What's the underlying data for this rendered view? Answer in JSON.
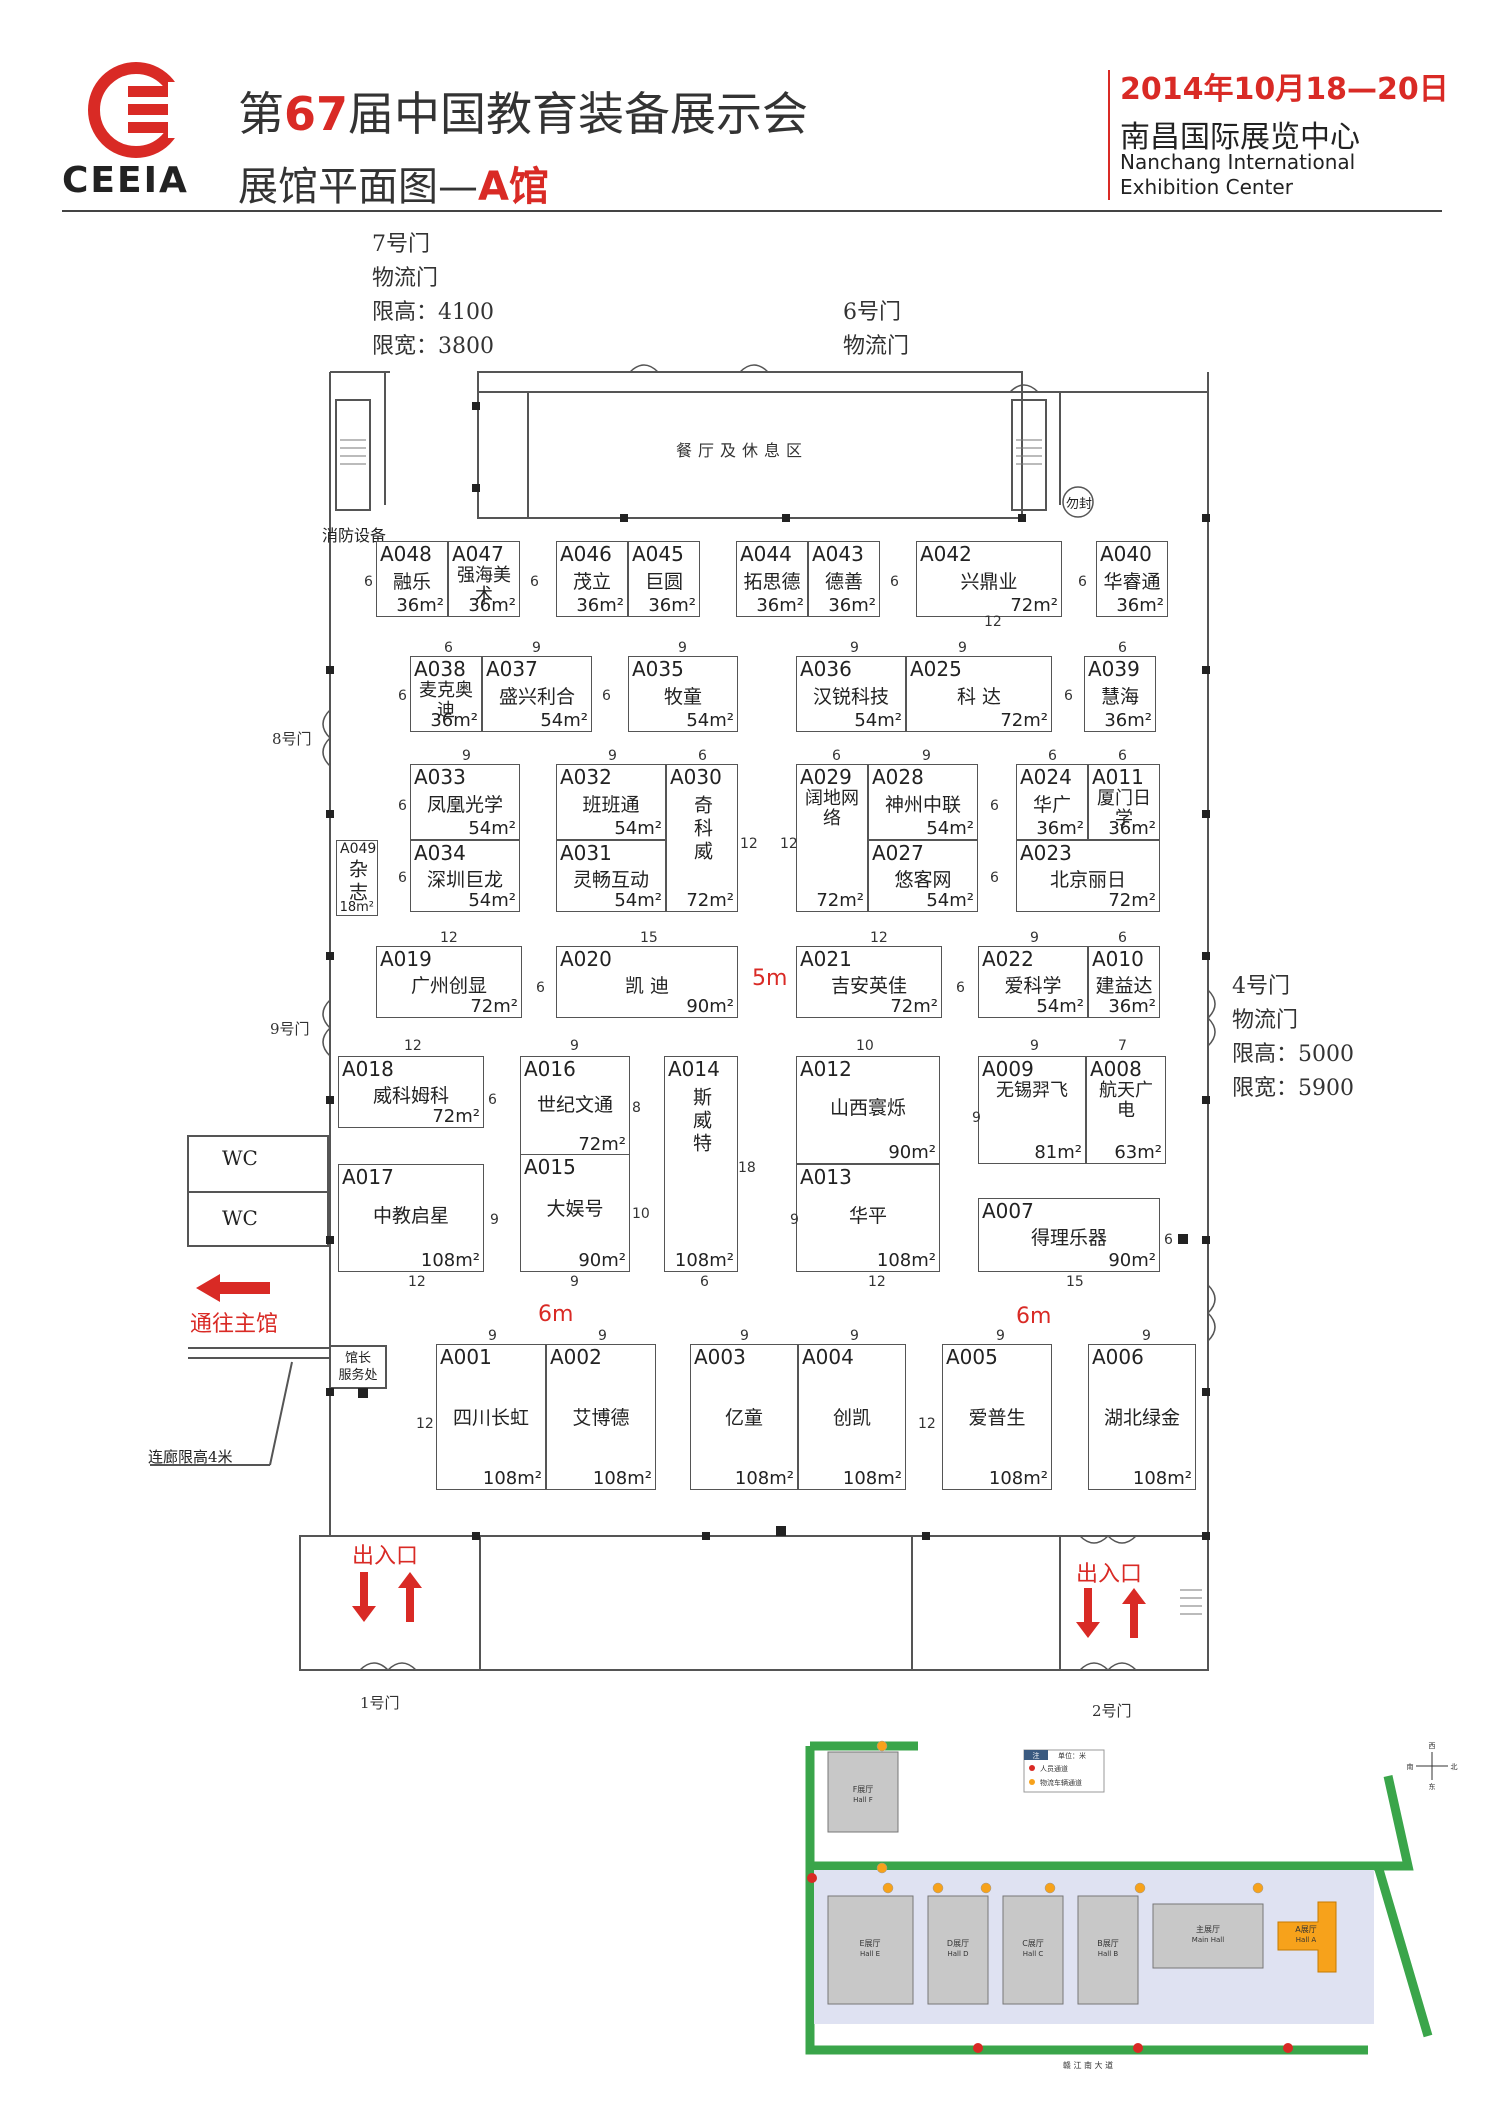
{
  "header": {
    "logo_text": "CEEIA",
    "title_prefix": "第",
    "title_number": "67",
    "title_suffix": "届中国教育装备展示会",
    "subtitle_prefix": "展馆平面图—",
    "subtitle_hall": "A馆",
    "date": "2014年10月18—20日",
    "venue_cn": "南昌国际展览中心",
    "venue_en_1": "Nanchang International",
    "venue_en_2": "Exhibition Center"
  },
  "gates": {
    "gate7": [
      "7号门",
      "物流门",
      "限高：4100",
      "限宽：3800"
    ],
    "gate6": [
      "6号门",
      "物流门"
    ],
    "gate4": [
      "4号门",
      "物流门",
      "限高：5000",
      "限宽：5900"
    ],
    "gate8": "8号门",
    "gate9": "9号门",
    "gate1": "1号门",
    "gate2": "2号门"
  },
  "labels": {
    "restaurant": "餐厅及休息区",
    "fire_equipment": "消防设备",
    "sealed": "勿封",
    "wc": "WC",
    "to_main_hall": "通往主馆",
    "manager_office_1": "馆长",
    "manager_office_2": "服务处",
    "corridor": "连廊限高4米",
    "entrance": "出入口",
    "aisle_5m": "5m",
    "aisle_6m_left": "6m",
    "aisle_6m_right": "6m"
  },
  "booths": [
    {
      "id": "A048",
      "name": "融乐",
      "area": "36m²"
    },
    {
      "id": "A047",
      "name": "强海美术",
      "area": "36m²"
    },
    {
      "id": "A046",
      "name": "茂立",
      "area": "36m²"
    },
    {
      "id": "A045",
      "name": "巨圆",
      "area": "36m²"
    },
    {
      "id": "A044",
      "name": "拓思德",
      "area": "36m²"
    },
    {
      "id": "A043",
      "name": "德善",
      "area": "36m²"
    },
    {
      "id": "A042",
      "name": "兴鼎业",
      "area": "72m²"
    },
    {
      "id": "A040",
      "name": "华睿通",
      "area": "36m²"
    },
    {
      "id": "A038",
      "name": "麦克奥迪",
      "area": "36m²"
    },
    {
      "id": "A037",
      "name": "盛兴利合",
      "area": "54m²"
    },
    {
      "id": "A035",
      "name": "牧童",
      "area": "54m²"
    },
    {
      "id": "A036",
      "name": "汉锐科技",
      "area": "54m²"
    },
    {
      "id": "A025",
      "name": "科 达",
      "area": "72m²"
    },
    {
      "id": "A039",
      "name": "慧海",
      "area": "36m²"
    },
    {
      "id": "A033",
      "name": "凤凰光学",
      "area": "54m²"
    },
    {
      "id": "A032",
      "name": "班班通",
      "area": "54m²"
    },
    {
      "id": "A030",
      "name": "奇科威",
      "area": "72m²"
    },
    {
      "id": "A029",
      "name": "阔地网络",
      "area": "72m²"
    },
    {
      "id": "A028",
      "name": "神州中联",
      "area": "54m²"
    },
    {
      "id": "A024",
      "name": "华广",
      "area": "36m²"
    },
    {
      "id": "A011",
      "name": "厦门日学",
      "area": "36m²"
    },
    {
      "id": "A049",
      "name": "杂志",
      "area": "18m²"
    },
    {
      "id": "A034",
      "name": "深圳巨龙",
      "area": "54m²"
    },
    {
      "id": "A031",
      "name": "灵畅互动",
      "area": "54m²"
    },
    {
      "id": "A027",
      "name": "悠客网",
      "area": "54m²"
    },
    {
      "id": "A023",
      "name": "北京丽日",
      "area": "72m²"
    },
    {
      "id": "A019",
      "name": "广州创显",
      "area": "72m²"
    },
    {
      "id": "A020",
      "name": "凯 迪",
      "area": "90m²"
    },
    {
      "id": "A021",
      "name": "吉安英佳",
      "area": "72m²"
    },
    {
      "id": "A022",
      "name": "爱科学",
      "area": "54m²"
    },
    {
      "id": "A010",
      "name": "建益达",
      "area": "36m²"
    },
    {
      "id": "A018",
      "name": "威科姆科",
      "area": "72m²"
    },
    {
      "id": "A016",
      "name": "世纪文通",
      "area": "72m²"
    },
    {
      "id": "A014",
      "name": "斯威特",
      "area": "108m²"
    },
    {
      "id": "A012",
      "name": "山西寰烁",
      "area": "90m²"
    },
    {
      "id": "A009",
      "name": "无锡羿飞",
      "area": "81m²"
    },
    {
      "id": "A008",
      "name": "航天广电",
      "area": "63m²"
    },
    {
      "id": "A017",
      "name": "中教启星",
      "area": "108m²"
    },
    {
      "id": "A015",
      "name": "大娱号",
      "area": "90m²"
    },
    {
      "id": "A013",
      "name": "华平",
      "area": "108m²"
    },
    {
      "id": "A007",
      "name": "得理乐器",
      "area": "90m²"
    },
    {
      "id": "A001",
      "name": "四川长虹",
      "area": "108m²"
    },
    {
      "id": "A002",
      "name": "艾博德",
      "area": "108m²"
    },
    {
      "id": "A003",
      "name": "亿童",
      "area": "108m²"
    },
    {
      "id": "A004",
      "name": "创凯",
      "area": "108m²"
    },
    {
      "id": "A005",
      "name": "爱普生",
      "area": "108m²"
    },
    {
      "id": "A006",
      "name": "湖北绿金",
      "area": "108m²"
    }
  ],
  "dimensions": [
    "6",
    "9",
    "12",
    "15",
    "10",
    "7",
    "8",
    "18"
  ],
  "minimap": {
    "halls": [
      {
        "name": "F展厅",
        "en": "Hall F"
      },
      {
        "name": "E展厅",
        "en": "Hall E"
      },
      {
        "name": "D展厅",
        "en": "Hall D"
      },
      {
        "name": "C展厅",
        "en": "Hall C"
      },
      {
        "name": "B展厅",
        "en": "Hall B"
      },
      {
        "name": "主展厅",
        "en": "Main Hall"
      },
      {
        "name": "A展厅",
        "en": "Hall A"
      }
    ],
    "legend_title": "注",
    "legend_unit": "单位：米",
    "legend_items": [
      "人员通道",
      "物流车辆通道"
    ],
    "compass": [
      "西",
      "南",
      "北",
      "东"
    ],
    "road_bottom": "赣 江 南 大 道",
    "accent": "#f7a21b",
    "road_color": "#3aa54a",
    "hall_color": "#c8c8c8"
  },
  "colors": {
    "brand_red": "#d92a25"
  }
}
